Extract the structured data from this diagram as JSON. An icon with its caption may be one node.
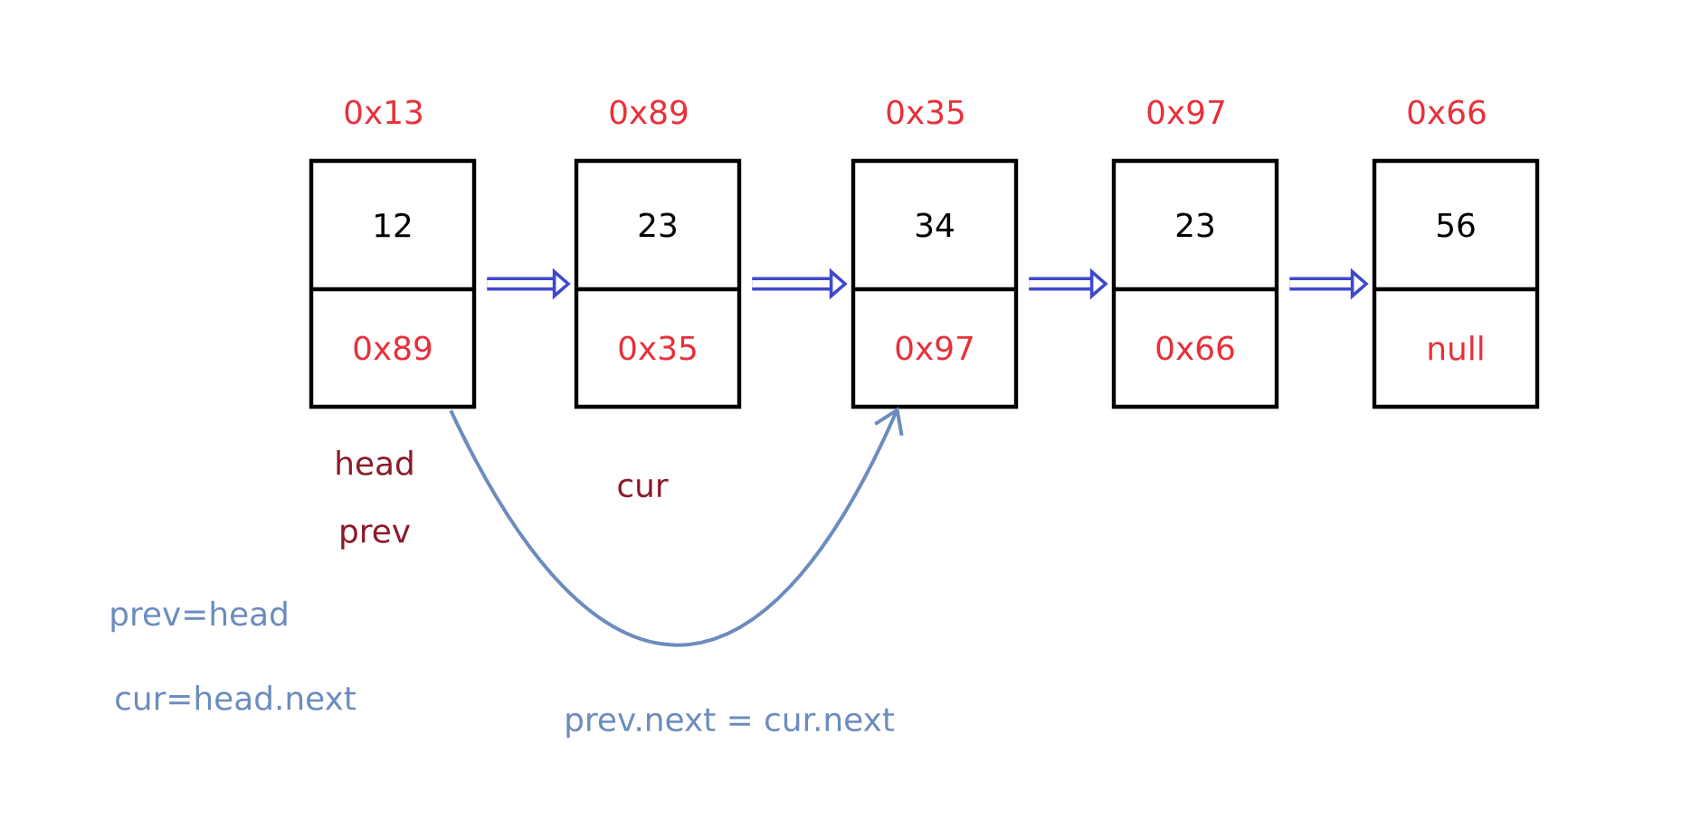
{
  "diagram": {
    "nodes": [
      {
        "text": [
          "12",
          "0x89"
        ],
        "beside": [
          "0x13",
          "head",
          "prev"
        ]
      },
      {
        "text": [
          "23",
          "0x35"
        ],
        "beside": [
          "0x89",
          "cur"
        ]
      },
      {
        "text": [
          "34",
          "0x97"
        ],
        "beside": [
          "0x35"
        ]
      },
      {
        "text": [
          "23",
          "0x66"
        ],
        "beside": [
          "0x97"
        ]
      },
      {
        "text": [
          "56",
          "null"
        ],
        "beside": [
          "0x66"
        ]
      }
    ],
    "edges": [
      {
        "from": 0,
        "to": 1,
        "arrow": "to"
      },
      {
        "from": 1,
        "to": 2,
        "arrow": "to"
      },
      {
        "from": 2,
        "to": 3,
        "arrow": "to"
      },
      {
        "from": 3,
        "to": 4,
        "arrow": "to"
      },
      {
        "from": 0,
        "to": 2,
        "arrow": "to",
        "label": "prev.next = cur.next",
        "color": "#6b8cbe"
      }
    ],
    "labels": [
      "prev=head",
      "cur=head.next"
    ]
  }
}
